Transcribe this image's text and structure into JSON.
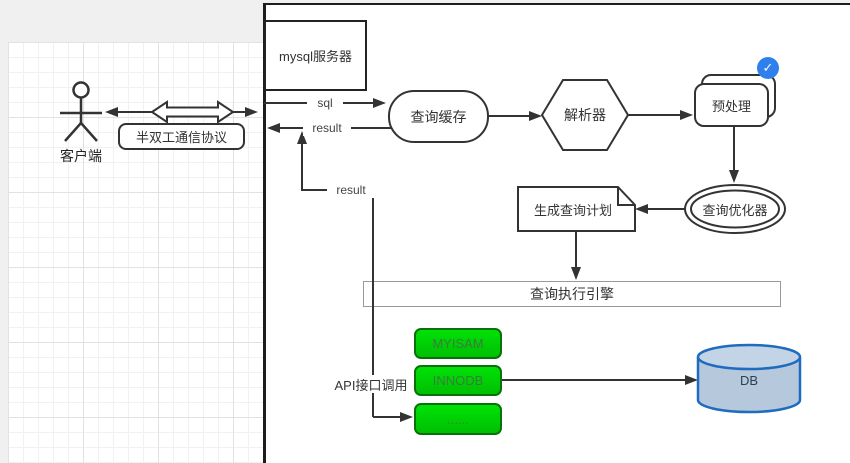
{
  "client": {
    "label": "客户端",
    "protocol": "半双工通信协议"
  },
  "flow_labels": {
    "sql": "sql",
    "result_to_client": "result",
    "result_from_engine": "result",
    "api_call": "API接口调用"
  },
  "nodes": {
    "server": "mysql服务器",
    "query_cache": "查询缓存",
    "parser": "解析器",
    "preprocess": "预处理",
    "optimizer": "查询优化器",
    "plan": "生成查询计划",
    "engine": "查询执行引擎",
    "db": "DB"
  },
  "storage_engines": [
    "MYISAM",
    "INNODB",
    "......"
  ],
  "badges": {
    "check": "✓"
  },
  "colors": {
    "engine_green": "#00d405",
    "engine_green_border": "#0a710a",
    "check_blue": "#2f80ed",
    "db_fill": "#b5c8dc",
    "db_border": "#1e6bbf",
    "stroke": "#333333"
  }
}
